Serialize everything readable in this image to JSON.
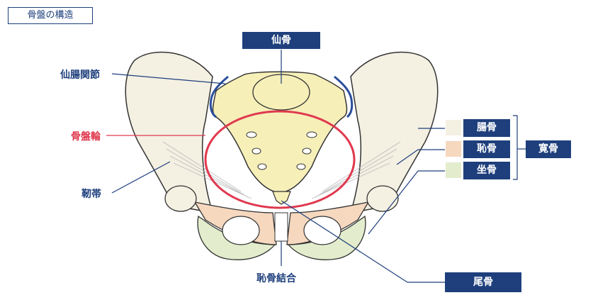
{
  "title": "骨盤の構造",
  "labels": {
    "sacrum": "仙骨",
    "sacroiliac_joint": "仙腸関節",
    "pelvic_ring": "骨盤輪",
    "ligament": "靭帯",
    "pubic_symphysis": "恥骨結合",
    "coccyx": "尾骨"
  },
  "legend": {
    "items": [
      {
        "label": "腸骨",
        "color": "#f4f0e2"
      },
      {
        "label": "恥骨",
        "color": "#f6d8bf"
      },
      {
        "label": "坐骨",
        "color": "#e3edcd"
      }
    ],
    "group_label": "寛骨"
  },
  "colors": {
    "accent": "#1e3f7c",
    "ring": "#e0394f",
    "sacrum": "#f6efb8",
    "ilium": "#f4f0e2",
    "pubis": "#f6d8bf",
    "ischium": "#e3edcd"
  }
}
